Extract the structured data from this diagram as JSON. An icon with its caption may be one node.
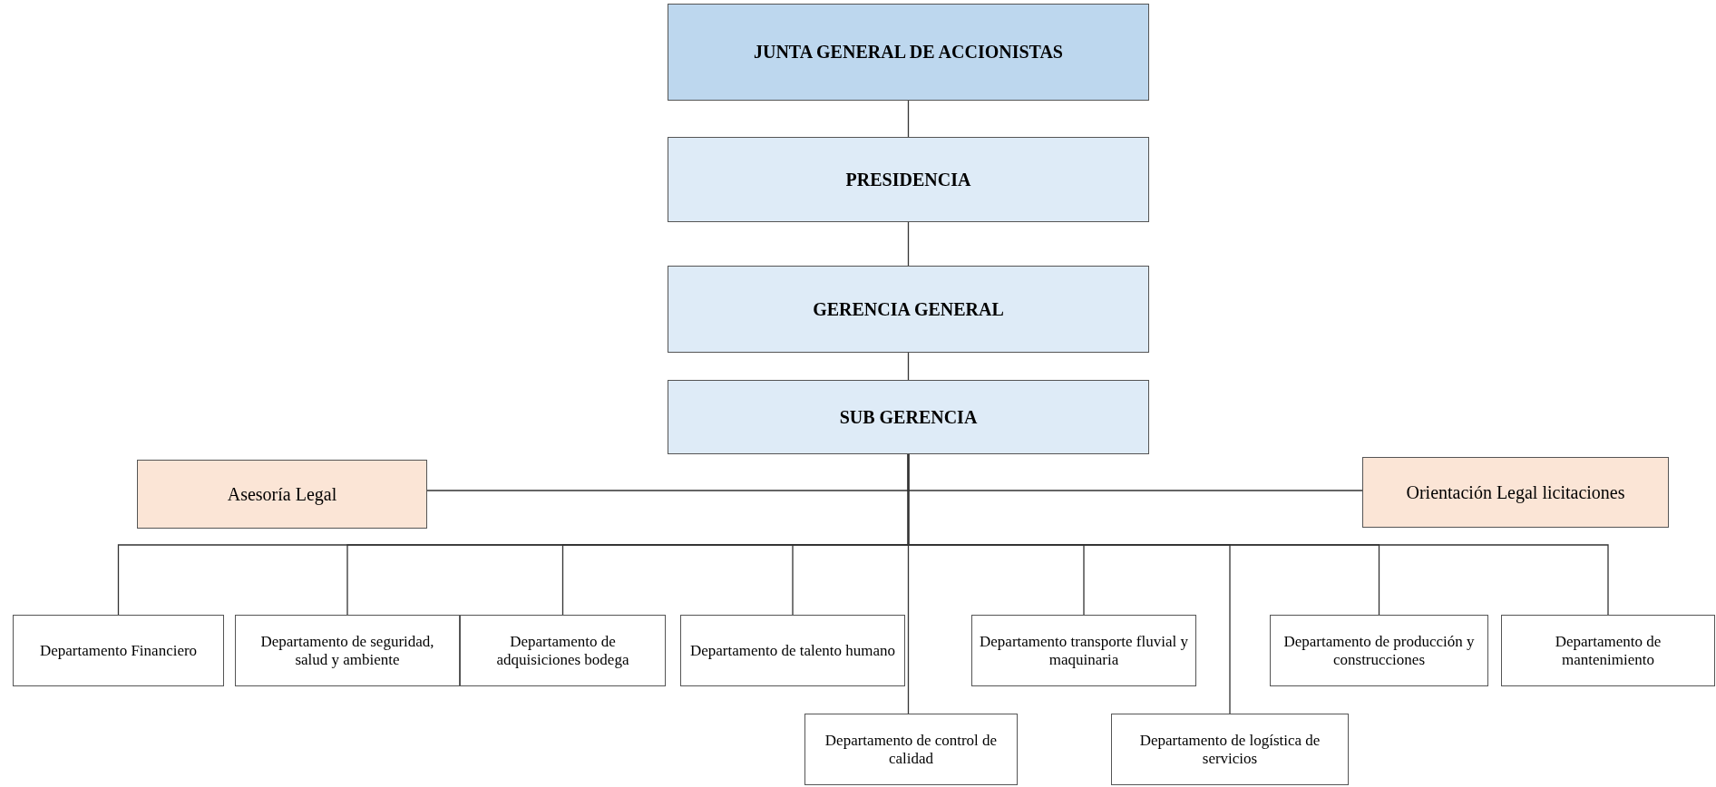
{
  "diagram": {
    "nodes": [
      {
        "text": [
          "JUNTA GENERAL DE ACCIONISTAS"
        ]
      },
      {
        "text": [
          "PRESIDENCIA"
        ]
      },
      {
        "text": [
          "GERENCIA GENERAL"
        ]
      },
      {
        "text": [
          "SUB GERENCIA"
        ]
      },
      {
        "text": [
          "Asesoría Legal"
        ]
      },
      {
        "text": [
          "Orientación Legal licitaciones"
        ]
      },
      {
        "text": [
          "Departamento Financiero"
        ]
      },
      {
        "text": [
          "Departamento de seguridad, salud y ambiente"
        ]
      },
      {
        "text": [
          "Departamento de adquisiciones bodega"
        ]
      },
      {
        "text": [
          "Departamento de talento humano"
        ]
      },
      {
        "text": [
          "Departamento de control de calidad"
        ]
      },
      {
        "text": [
          "Departamento transporte fluvial y maquinaria"
        ]
      },
      {
        "text": [
          "Departamento de logística de servicios"
        ]
      },
      {
        "text": [
          "Departamento de producción y construcciones"
        ]
      },
      {
        "text": [
          "Departamento de mantenimiento"
        ]
      }
    ],
    "edges": [
      {
        "from": 0,
        "to": 1,
        "arrow": "none"
      },
      {
        "from": 1,
        "to": 2,
        "arrow": "none"
      },
      {
        "from": 2,
        "to": 3,
        "arrow": "none"
      },
      {
        "from": 3,
        "to": 4,
        "arrow": "none"
      },
      {
        "from": 3,
        "to": 5,
        "arrow": "none"
      },
      {
        "from": 3,
        "to": 6,
        "arrow": "none"
      },
      {
        "from": 3,
        "to": 7,
        "arrow": "none"
      },
      {
        "from": 3,
        "to": 8,
        "arrow": "none"
      },
      {
        "from": 3,
        "to": 9,
        "arrow": "none"
      },
      {
        "from": 3,
        "to": 10,
        "arrow": "none"
      },
      {
        "from": 3,
        "to": 11,
        "arrow": "none"
      },
      {
        "from": 3,
        "to": 12,
        "arrow": "none"
      },
      {
        "from": 3,
        "to": 13,
        "arrow": "none"
      },
      {
        "from": 3,
        "to": 14,
        "arrow": "none"
      }
    ]
  }
}
